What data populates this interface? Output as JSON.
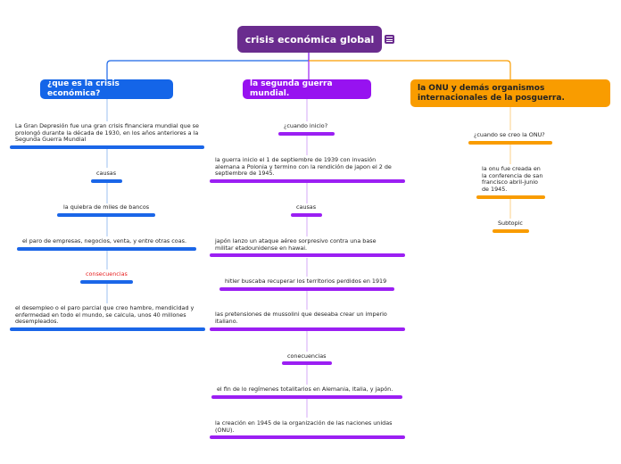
{
  "root": {
    "title": "crisis económica global",
    "note_icon": "note-icon"
  },
  "branches": [
    {
      "title": "¿que es la crisis económica?",
      "color": "#1465e8",
      "items": [
        "La Gran Depresión fue una gran crisis financiera mundial que se prolongó durante la década de 1930, en los años anteriores a la Segunda Guerra Mundial",
        "causas",
        "la quiebra de miles de bancos",
        "el paro de empresas, negocios, venta, y entre otras coas.",
        "consecuencias",
        "el desempleo o el paro parcial que creo hambre, mendicidad y enfermedad en todo el mundo, se calcula, unos 40 millones desempleados."
      ]
    },
    {
      "title": "la segunda guerra mundial.",
      "color": "#9712f0",
      "items": [
        "¿cuando inicio?",
        "la guerra inicio el 1 de septiembre de 1939 con invasión alemana a Polonia y termino con la rendición de japon el 2 de septiembre de 1945.",
        "causas",
        "japón lanzo un ataque aéreo sorpresivo contra una base militar etadounidense en hawai.",
        "hitler buscaba recuperar los territorios perdidos en 1919",
        "las pretensiones de mussolini que deseaba crear un imperio italiano.",
        "conecuencias",
        "el fin de lo regímenes totalitarios en Alemania, Italia, y japón.",
        "la creación en 1945 de la organización de las naciones unidas (ONU)."
      ]
    },
    {
      "title": "la ONU y demás organismos internacionales de la posguerra.",
      "color": "#f99c00",
      "items": [
        "¿cuando se creo la ONU?",
        "la onu fue creada en la conferencia de san francisco abril-junio de 1945.",
        "Subtopic"
      ]
    }
  ]
}
